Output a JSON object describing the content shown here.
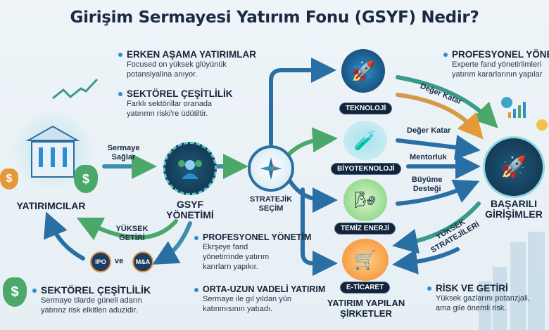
{
  "title": "Girişim Sermayesi Yatırım Fonu (GSYF) Nedir?",
  "top_bullets": [
    {
      "heading": "ERKEN AŞAMA YATIRIMLAR",
      "lines": [
        "Focused on yüksek glüyünük",
        "potansiyalina anıyor."
      ]
    },
    {
      "heading": "SEKTÖREL ÇEŞİTLİLİK",
      "lines": [
        "Farklı sektörillar oranada",
        "yatırımn riski're üdütiltir."
      ]
    }
  ],
  "top_right_bullet": {
    "heading": "PROFESYONEL YÖNETİM",
    "lines": [
      "Experte fand yönetirlimleri",
      "yatırım kararlarının yapılar"
    ]
  },
  "nodes": {
    "investors": "YATIRIMCILAR",
    "gsyf": [
      "GSYF",
      "YÖNETİMİ"
    ],
    "strategy": [
      "STRATEJİK",
      "SEÇİM"
    ],
    "success": [
      "BAŞARILI",
      "GİRİŞİMLER"
    ],
    "companies": [
      "YATIRIM YAPILAN",
      "ŞİRKETLER"
    ]
  },
  "sectors": [
    "TEKNOLOJİ",
    "BİYOTEKNOLOJİ",
    "TEMİZ ENERJİ",
    "E-TİCARET"
  ],
  "flow_labels": {
    "capital": [
      "Sermaye",
      "Sağlar"
    ],
    "value_add_1": "Değer Katar",
    "value_add_2": "Değer Katar",
    "mentoring": "Mentorluk",
    "growth": [
      "Büyüme",
      "Desteği"
    ],
    "high_return": [
      "YÜKSEK",
      "GETİRİ"
    ],
    "high_strategies": [
      "YÜKSEK",
      "STRATEJİLERİ"
    ],
    "ipo": "IPO",
    "and": "ve",
    "ma": "M&A"
  },
  "bottom_bullets": [
    {
      "heading": "SEKTÖREL ÇEŞİTLİLİK",
      "lines": [
        "Sermaye tilarde güneli adarın",
        "yatırınz risk elkitlen aduzidir."
      ]
    },
    {
      "heading": "PROFESYONEL YÖNETİM",
      "lines": [
        "Ekrşeye fand",
        "yönetirrinde yatırım",
        "karırlarn yapıkır."
      ]
    },
    {
      "heading": "ORTA-UZUN VADELİ YATIRIM",
      "lines": [
        "Sermaye ile gıl yıldan yün",
        "katınmısının yatıadı."
      ]
    },
    {
      "heading": "RİSK VE GETİRİ",
      "lines": [
        "Yüksek gazlarını potanzjali,",
        "ama gile önemli risk."
      ]
    }
  ],
  "colors": {
    "navy": "#1b2a44",
    "blue": "#2a6fa3",
    "green": "#4aa86a",
    "orange": "#e59a3a"
  }
}
